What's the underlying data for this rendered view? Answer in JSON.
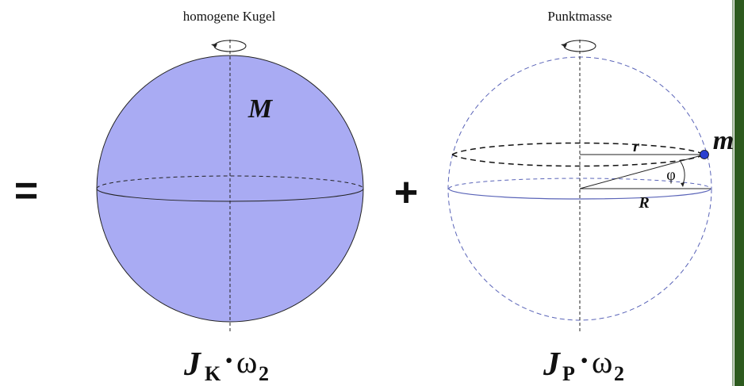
{
  "left_title": "homogene Kugel",
  "right_title": "Punktmasse",
  "equals_sign": "=",
  "plus_sign": "+",
  "sphere_mass_label": "M",
  "point_mass_label": "m",
  "radius_small_label": "r",
  "radius_large_label": "R",
  "angle_label": "φ",
  "left_formula": {
    "symbol": "J",
    "subscript": "K",
    "dot": "·",
    "omega": "ω",
    "omega_subscript": "2"
  },
  "right_formula": {
    "symbol": "J",
    "subscript": "P",
    "dot": "·",
    "omega": "ω",
    "omega_subscript": "2"
  },
  "colors": {
    "sphere_fill": "#a9abf3",
    "dashed_sphere": "#5a64b8",
    "point_mass": "#2a3fd0",
    "green_frame": "#2d5a1e",
    "line": "#222222"
  }
}
